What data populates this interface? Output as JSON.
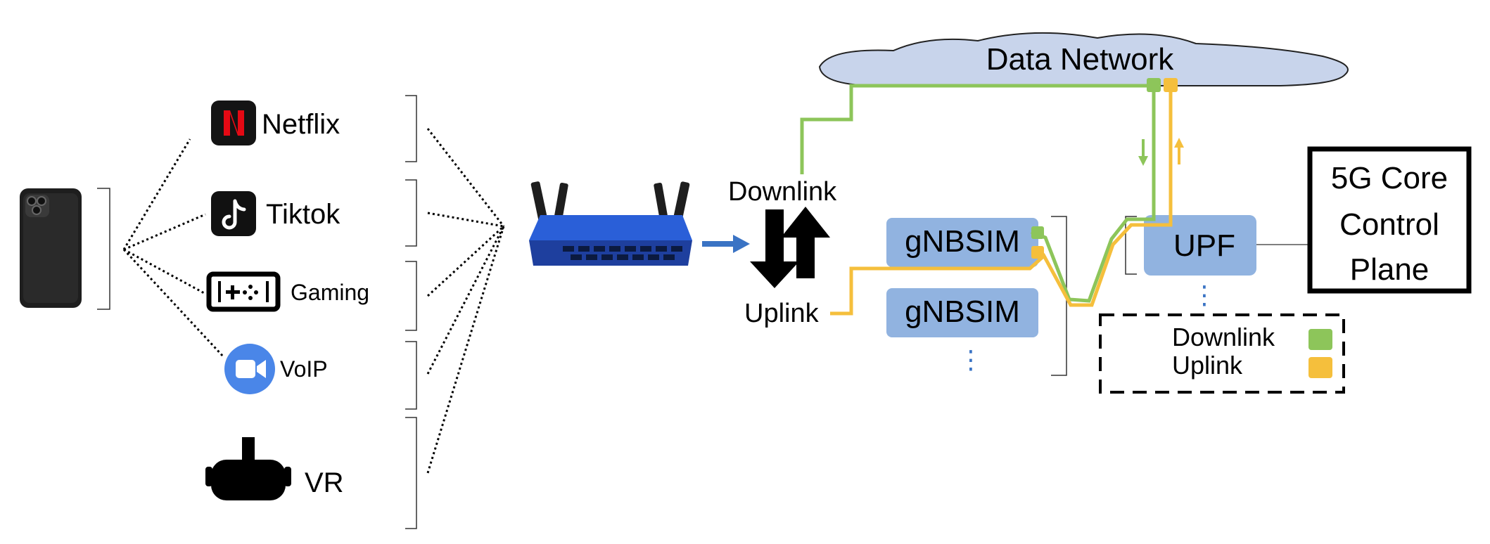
{
  "apps": {
    "netflix": {
      "label": "Netflix",
      "icon": "netflix-icon",
      "color": "#e50914"
    },
    "tiktok": {
      "label": "Tiktok",
      "icon": "tiktok-icon"
    },
    "gaming": {
      "label": "Gaming",
      "icon": "gamepad-icon"
    },
    "voip": {
      "label": "VoIP",
      "icon": "video-camera-icon",
      "color": "#4a86e8"
    },
    "vr": {
      "label": "VR",
      "icon": "vr-headset-icon"
    }
  },
  "network": {
    "data_network": "Data Network",
    "downlink": "Downlink",
    "uplink": "Uplink",
    "gnbsim_1": "gNBSIM",
    "gnbsim_2": "gNBSIM",
    "upf": "UPF",
    "control_plane": [
      "5G Core",
      "Control",
      "Plane"
    ],
    "ellipsis": "⋮"
  },
  "legend": {
    "downlink": "Downlink",
    "uplink": "Uplink",
    "downlink_color": "#8dc55a",
    "uplink_color": "#f5bf3c"
  },
  "colors": {
    "node_fill": "#91b3e0",
    "cloud_fill": "#c8d4eb",
    "arrow_blue": "#3a73c4"
  }
}
